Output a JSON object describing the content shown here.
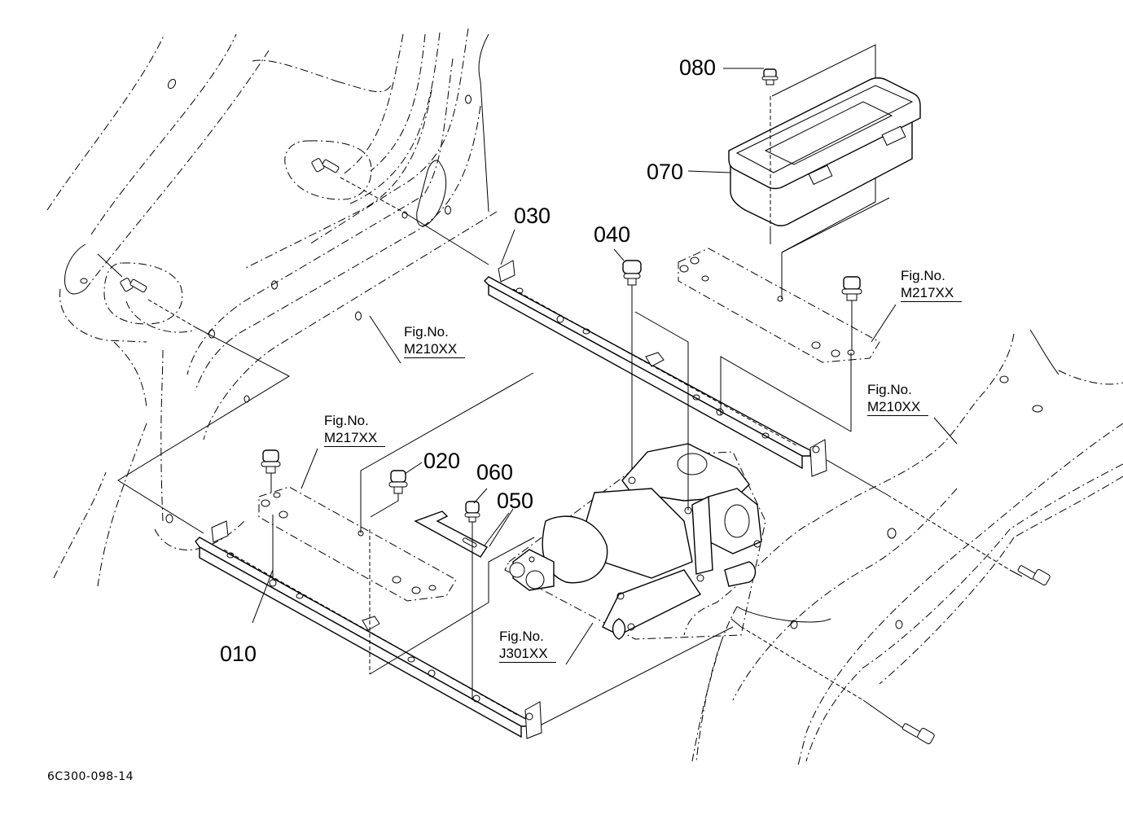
{
  "diagram": {
    "type": "exploded parts diagram",
    "diagram_code": "6C300-098-14",
    "callouts": [
      {
        "id": "010",
        "label": "010",
        "part": "left mounting rail"
      },
      {
        "id": "020",
        "label": "020",
        "part": "flange bolt"
      },
      {
        "id": "030",
        "label": "030",
        "part": "right mounting rail"
      },
      {
        "id": "040",
        "label": "040",
        "part": "flange bolt"
      },
      {
        "id": "050",
        "label": "050",
        "part": "bracket plate"
      },
      {
        "id": "060",
        "label": "060",
        "part": "flange bolt"
      },
      {
        "id": "070",
        "label": "070",
        "part": "tool box"
      },
      {
        "id": "080",
        "label": "080",
        "part": "flange bolt"
      }
    ],
    "figure_references": [
      {
        "id": "fig-m210-upper",
        "line1": "Fig.No.",
        "line2": "M210XX"
      },
      {
        "id": "fig-m217-right",
        "line1": "Fig.No.",
        "line2": "M217XX"
      },
      {
        "id": "fig-m210-right",
        "line1": "Fig.No.",
        "line2": "M210XX"
      },
      {
        "id": "fig-m217-left",
        "line1": "Fig.No.",
        "line2": "M217XX"
      },
      {
        "id": "fig-j301",
        "line1": "Fig.No.",
        "line2": "J301XX"
      }
    ]
  }
}
